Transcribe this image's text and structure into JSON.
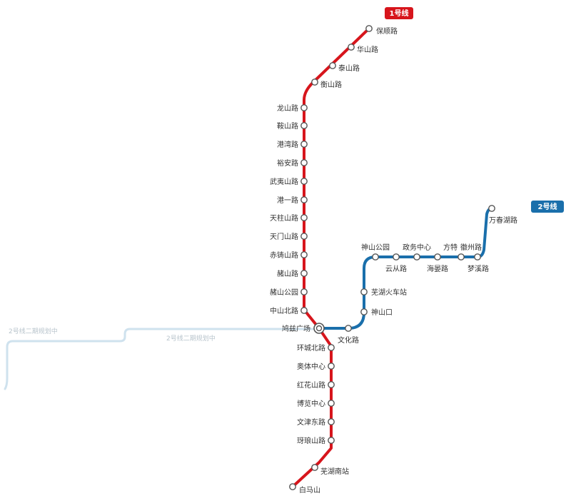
{
  "lines": [
    {
      "id": "line1",
      "name": "1号线",
      "color": "#d7151c"
    },
    {
      "id": "line2",
      "name": "2号线",
      "color": "#1a6fab"
    }
  ],
  "planned": {
    "label": "2号线二期规划中",
    "color": "#cfe2ee"
  },
  "line1_stations": [
    "保顺路",
    "华山路",
    "泰山路",
    "衡山路",
    "龙山路",
    "鞍山路",
    "港湾路",
    "裕安路",
    "武夷山路",
    "港一路",
    "天柱山路",
    "天门山路",
    "赤铸山路",
    "赭山路",
    "赭山公园",
    "中山北路",
    "鸠兹广场",
    "环城北路",
    "奥体中心",
    "红花山路",
    "博览中心",
    "文津东路",
    "玡琅山路",
    "芜湖南站",
    "白马山"
  ],
  "line2_stations": [
    "鸠兹广场",
    "文化路",
    "神山口",
    "芜湖火车站",
    "神山公园",
    "云从路",
    "政务中心",
    "海晏路",
    "方特",
    "徽州路",
    "梦溪路",
    "万春湖路"
  ]
}
